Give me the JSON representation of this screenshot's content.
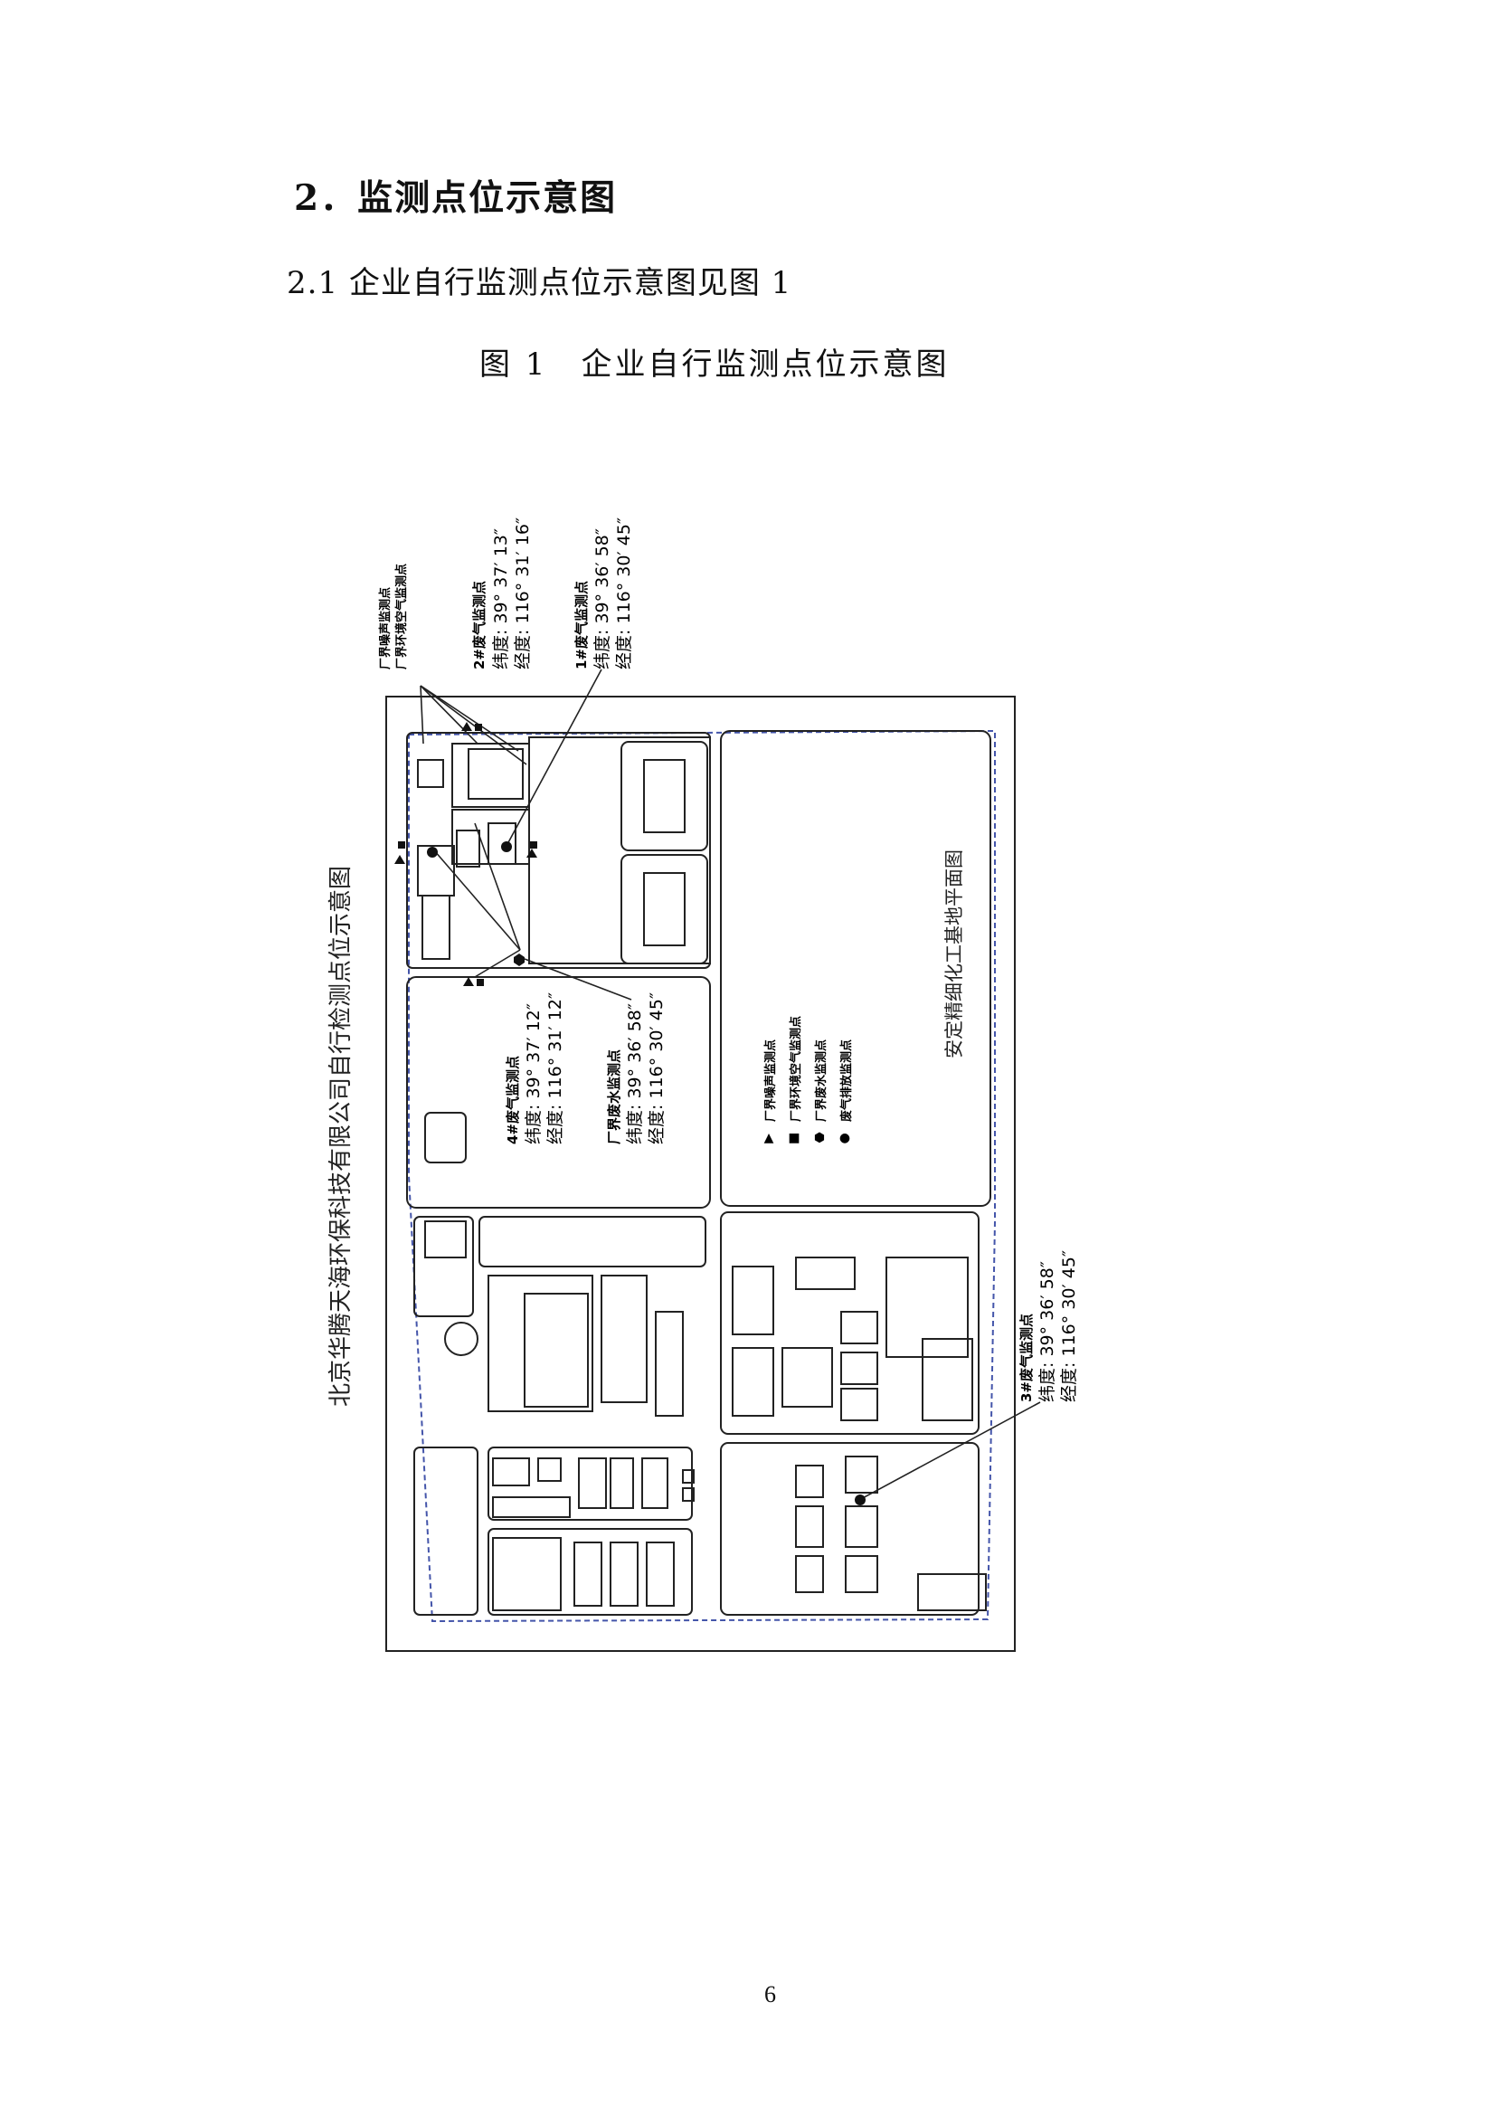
{
  "heading": {
    "section_title": "2．监测点位示意图"
  },
  "subheading": {
    "text": "2.1 企业自行监测点位示意图见图 1"
  },
  "figure": {
    "caption": "图 1　企业自行监测点位示意图",
    "map_title": "北京华腾天海环保科技有限公司自行检测点位示意图",
    "neighbor_label": "安定精细化工基地平面图",
    "callouts": {
      "top_left": {
        "line1": "厂界噪声监测点",
        "line2": "厂界环境空气监测点"
      },
      "gas2": {
        "name": "2#废气监测点",
        "lat": "纬度: 39° 37′ 13″",
        "lon": "经度: 116° 31′ 16″"
      },
      "gas1": {
        "name": "1#废气监测点",
        "lat": "纬度: 39° 36′ 58″",
        "lon": "经度: 116° 30′ 45″"
      },
      "gas4": {
        "name": "4#废气监测点",
        "lat": "纬度: 39° 37′ 12″",
        "lon": "经度: 116° 31′ 12″"
      },
      "water": {
        "name": "厂界废水监测点",
        "lat": "纬度: 39° 36′ 58″",
        "lon": "经度: 116° 30′ 45″"
      },
      "gas3": {
        "name": "3#废气监测点",
        "lat": "纬度: 39° 36′ 58″",
        "lon": "经度: 116° 30′ 45″"
      }
    },
    "legend": {
      "items": [
        {
          "symbol": "▲",
          "label": "厂界噪声监测点"
        },
        {
          "symbol": "■",
          "label": "厂界环境空气监测点"
        },
        {
          "symbol": "⬢",
          "label": "厂界废水监测点"
        },
        {
          "symbol": "●",
          "label": "废气排放监测点"
        }
      ]
    }
  },
  "footer": {
    "page_number": "6"
  }
}
